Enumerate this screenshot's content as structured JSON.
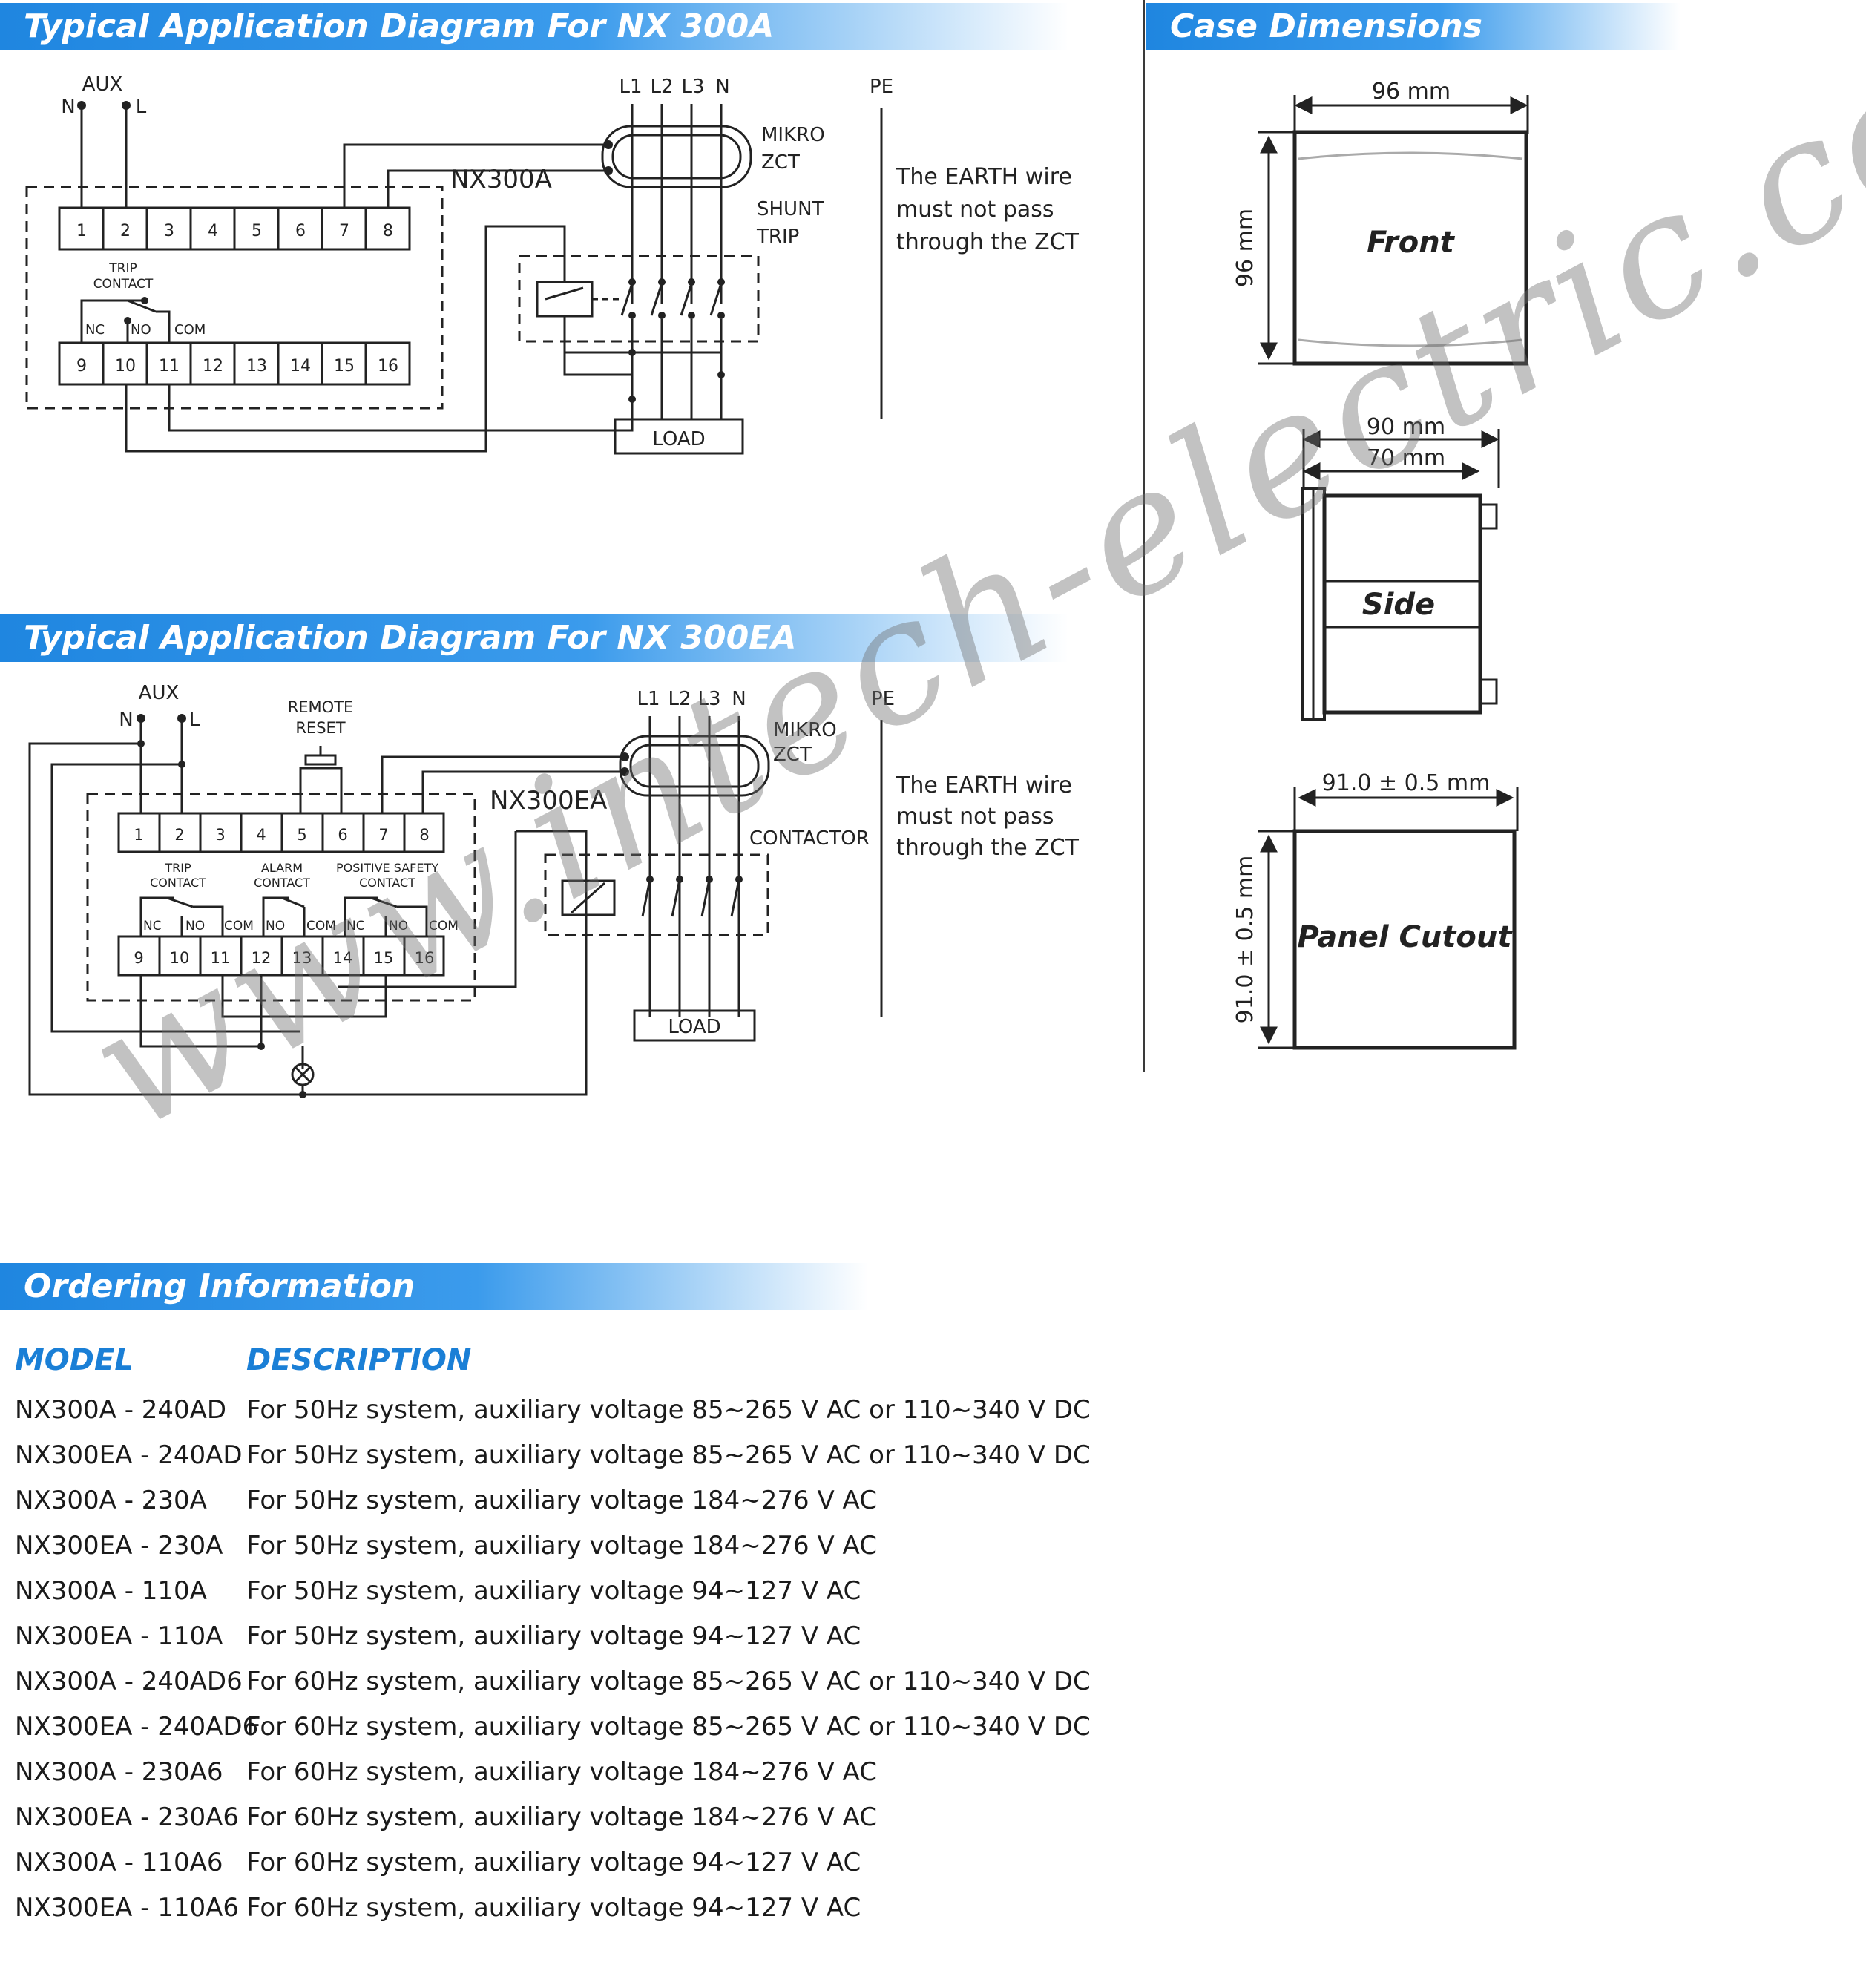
{
  "sections": {
    "nx300a_title": "Typical Application Diagram For NX 300A",
    "nx300ea_title": "Typical Application Diagram For NX 300EA",
    "case_title": "Case Dimensions",
    "ordering_title": "Ordering Information"
  },
  "diagram_a": {
    "aux": "AUX",
    "n": "N",
    "l": "L",
    "device": "NX300A",
    "terminals_top": [
      "1",
      "2",
      "3",
      "4",
      "5",
      "6",
      "7",
      "8"
    ],
    "terminals_bottom": [
      "9",
      "10",
      "11",
      "12",
      "13",
      "14",
      "15",
      "16"
    ],
    "trip_contact": [
      "TRIP",
      "CONTACT"
    ],
    "nc": "NC",
    "no": "NO",
    "com": "COM",
    "phases": [
      "L1",
      "L2",
      "L3",
      "N"
    ],
    "pe": "PE",
    "zct": [
      "MIKRO",
      "ZCT"
    ],
    "shunt": [
      "SHUNT",
      "TRIP"
    ],
    "earth_note": [
      "The EARTH wire",
      "must not pass",
      "through the ZCT"
    ],
    "load": "LOAD"
  },
  "diagram_ea": {
    "aux": "AUX",
    "n": "N",
    "l": "L",
    "remote_reset": [
      "REMOTE",
      "RESET"
    ],
    "device": "NX300EA",
    "terminals_top": [
      "1",
      "2",
      "3",
      "4",
      "5",
      "6",
      "7",
      "8"
    ],
    "terminals_bottom": [
      "9",
      "10",
      "11",
      "12",
      "13",
      "14",
      "15",
      "16"
    ],
    "trip_contact": [
      "TRIP",
      "CONTACT"
    ],
    "alarm_contact": [
      "ALARM",
      "CONTACT"
    ],
    "safety_contact": [
      "POSITIVE SAFETY",
      "CONTACT"
    ],
    "nc": "NC",
    "no": "NO",
    "com": "COM",
    "phases": [
      "L1",
      "L2",
      "L3",
      "N"
    ],
    "pe": "PE",
    "zct": [
      "MIKRO",
      "ZCT"
    ],
    "contactor": "CONTACTOR",
    "earth_note": [
      "The EARTH wire",
      "must not pass",
      "through the ZCT"
    ],
    "load": "LOAD"
  },
  "case": {
    "front_width": "96 mm",
    "front_height": "96 mm",
    "front_label": "Front",
    "side_w1": "90 mm",
    "side_w2": "70 mm",
    "side_label": "Side",
    "cutout_width": "91.0 ± 0.5 mm",
    "cutout_height": "91.0 ± 0.5 mm",
    "cutout_label": "Panel Cutout"
  },
  "ordering": {
    "header_model": "MODEL",
    "header_description": "DESCRIPTION",
    "rows": [
      {
        "model": "NX300A - 240AD",
        "desc": "For 50Hz system, auxiliary voltage 85~265 V AC or 110~340 V DC"
      },
      {
        "model": "NX300EA - 240AD",
        "desc": "For 50Hz system, auxiliary voltage 85~265 V AC or 110~340 V DC"
      },
      {
        "model": "NX300A - 230A",
        "desc": "For 50Hz system, auxiliary voltage 184~276 V AC"
      },
      {
        "model": "NX300EA - 230A",
        "desc": "For 50Hz system, auxiliary voltage 184~276 V AC"
      },
      {
        "model": "NX300A - 110A",
        "desc": "For 50Hz system, auxiliary voltage 94~127 V AC"
      },
      {
        "model": "NX300EA - 110A",
        "desc": "For 50Hz system, auxiliary voltage 94~127 V AC"
      },
      {
        "model": "NX300A - 240AD6",
        "desc": "For 60Hz system, auxiliary voltage 85~265 V AC or 110~340 V DC"
      },
      {
        "model": "NX300EA - 240AD6",
        "desc": "For 60Hz system, auxiliary voltage 85~265 V AC or 110~340 V DC"
      },
      {
        "model": "NX300A - 230A6",
        "desc": "For 60Hz system, auxiliary voltage 184~276 V AC"
      },
      {
        "model": "NX300EA - 230A6",
        "desc": "For 60Hz system, auxiliary voltage 184~276 V AC"
      },
      {
        "model": "NX300A - 110A6",
        "desc": "For 60Hz system, auxiliary voltage 94~127 V AC"
      },
      {
        "model": "NX300EA - 110A6",
        "desc": "For 60Hz system, auxiliary voltage 94~127 V AC"
      }
    ]
  },
  "watermark": "www.intech-electric.com.my"
}
